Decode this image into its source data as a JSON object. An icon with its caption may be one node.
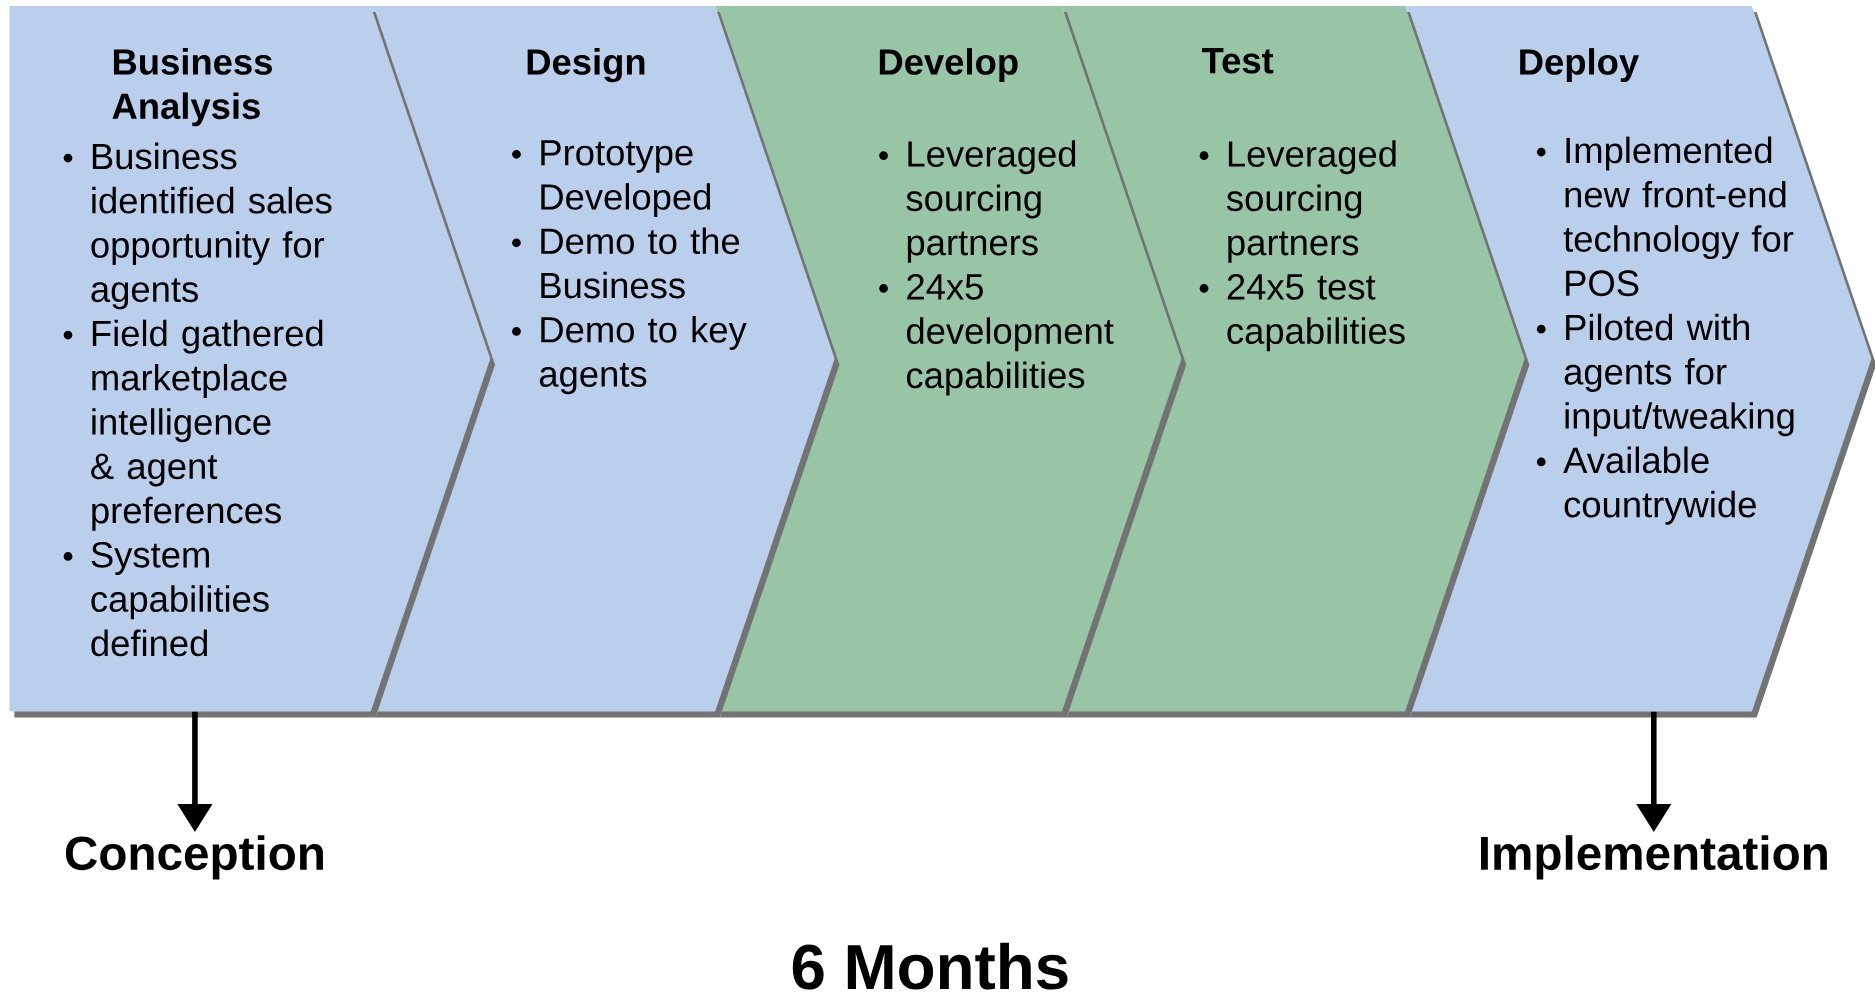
{
  "diagram": {
    "nodes": [
      {
        "text": [
          "Business Analysis",
          "Business identified sales opportunity for agents",
          "Field gathered marketplace intelligence & agent preferences",
          "System capabilities defined"
        ]
      },
      {
        "text": [
          "Design",
          "Prototype Developed",
          "Demo to the Business",
          "Demo to key agents"
        ]
      },
      {
        "text": [
          "Develop",
          "Leveraged sourcing partners",
          "24x5 development capabilities"
        ]
      },
      {
        "text": [
          "Test",
          "Leveraged sourcing partners",
          "24x5 test capabilities"
        ]
      },
      {
        "text": [
          "Deploy",
          "Implemented new front-end technology for POS",
          "Piloted with agents for input/tweaking",
          "Available countrywide"
        ]
      },
      {
        "text": [
          "Conception"
        ]
      },
      {
        "text": [
          "Implementation"
        ]
      }
    ],
    "edges": [
      {
        "from": 0,
        "to": 5,
        "arrow": "to"
      },
      {
        "from": 4,
        "to": 6,
        "arrow": "to"
      }
    ],
    "labels": [
      "6 Months"
    ]
  }
}
